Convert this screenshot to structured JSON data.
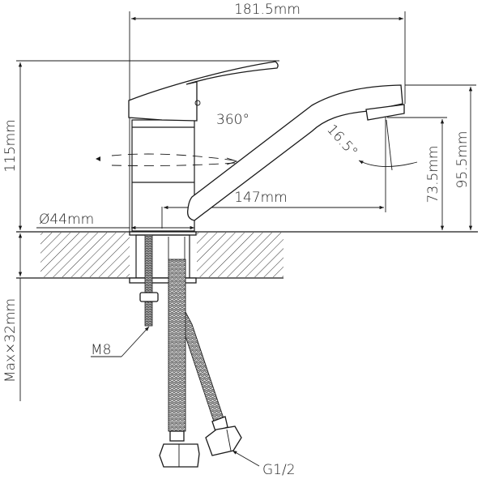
{
  "dimensions": {
    "overall_length": "181.5mm",
    "overall_height": "115mm",
    "spout_reach": "147mm",
    "spout_height": "73.5mm",
    "spout_top_height": "95.5mm",
    "base_diameter": "Ø44mm",
    "max_counter_thickness": "Max×32mm",
    "rotation": "360°",
    "spout_angle": "16.5°"
  },
  "labels": {
    "stud_thread": "M8",
    "hose_thread": "G1/2"
  }
}
